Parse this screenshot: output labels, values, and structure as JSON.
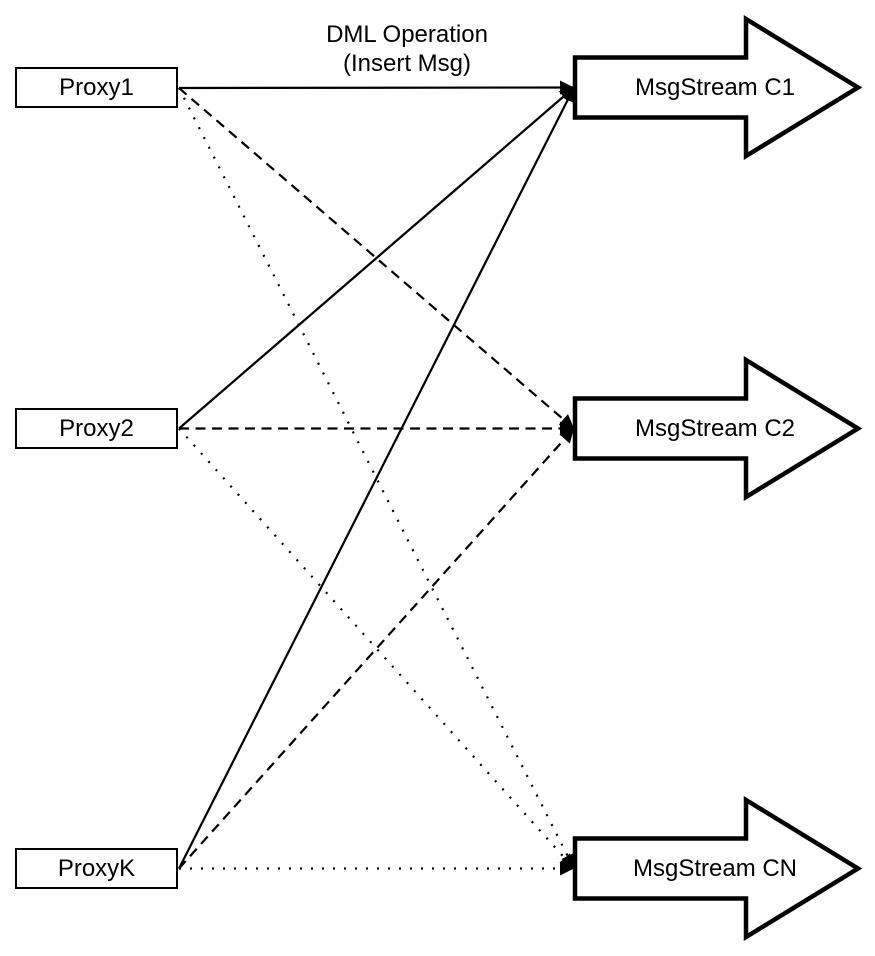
{
  "title": {
    "line1": "DML Operation",
    "line2": "(Insert Msg)"
  },
  "proxies": [
    {
      "id": "proxy1",
      "label": "Proxy1"
    },
    {
      "id": "proxy2",
      "label": "Proxy2"
    },
    {
      "id": "proxyk",
      "label": "ProxyK"
    }
  ],
  "streams": [
    {
      "id": "c1",
      "label": "MsgStream C1"
    },
    {
      "id": "c2",
      "label": "MsgStream C2"
    },
    {
      "id": "cn",
      "label": "MsgStream CN"
    }
  ],
  "edges": [
    {
      "from": "proxy1",
      "to": "c1",
      "style": "solid"
    },
    {
      "from": "proxy1",
      "to": "c2",
      "style": "dashed"
    },
    {
      "from": "proxy1",
      "to": "cn",
      "style": "dotted"
    },
    {
      "from": "proxy2",
      "to": "c1",
      "style": "solid"
    },
    {
      "from": "proxy2",
      "to": "c2",
      "style": "dashed"
    },
    {
      "from": "proxy2",
      "to": "cn",
      "style": "dotted"
    },
    {
      "from": "proxyk",
      "to": "c1",
      "style": "solid"
    },
    {
      "from": "proxyk",
      "to": "c2",
      "style": "dashed"
    },
    {
      "from": "proxyk",
      "to": "cn",
      "style": "dotted"
    }
  ],
  "colors": {
    "line": "#000000",
    "shape_fill": "#ffffff",
    "shape_stroke": "#000000",
    "text": "#000000"
  }
}
